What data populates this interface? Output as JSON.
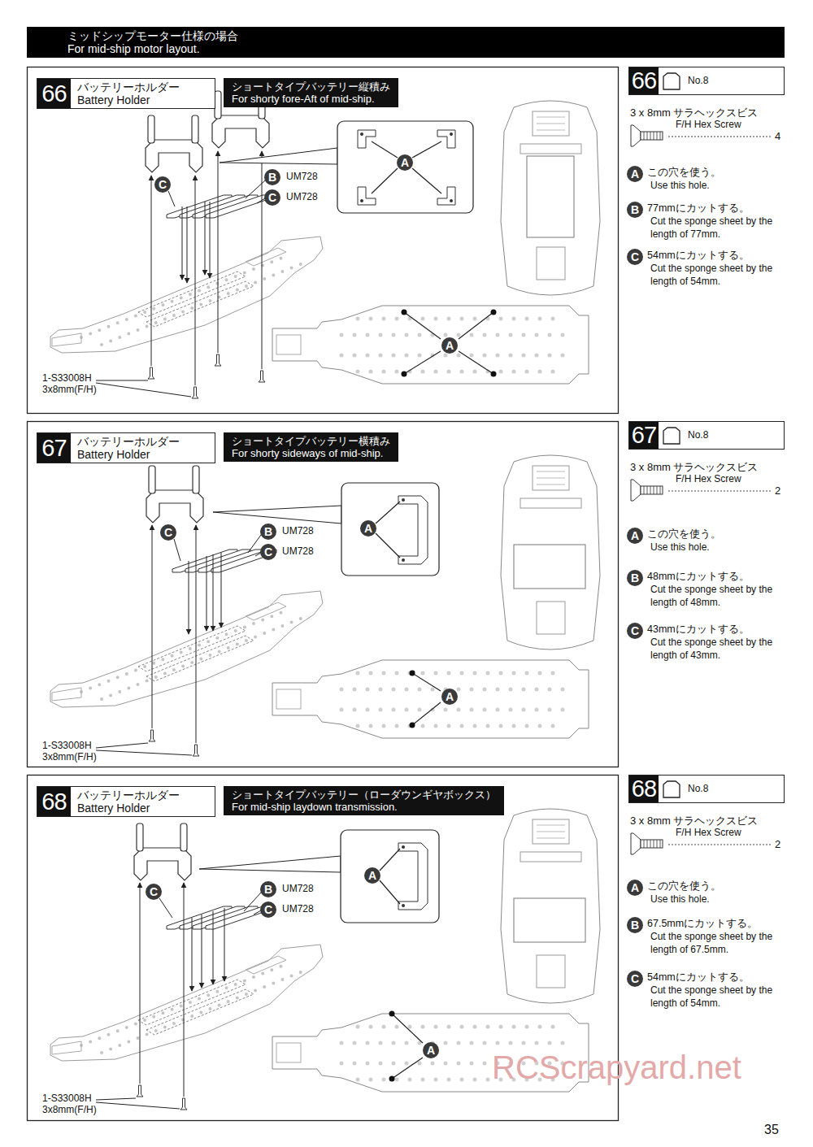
{
  "diagram": {
    "nodes": [
      {
        "text": [
          "ミッドシップモーター仕様の場合",
          "For mid-ship motor layout."
        ]
      },
      {
        "text": [
          "66",
          "バッテリーホルダー",
          "Battery Holder"
        ]
      },
      {
        "text": [
          "ショートタイプバッテリー縦積み",
          "For shorty fore-Aft of mid-ship."
        ]
      },
      {
        "text": [
          "C"
        ]
      },
      {
        "text": [
          "B"
        ]
      },
      {
        "text": [
          "C"
        ]
      },
      {
        "text": [
          "A"
        ]
      },
      {
        "text": [
          "A"
        ]
      },
      {
        "text": [
          "66",
          "No.8"
        ]
      },
      {
        "text": [
          "A"
        ]
      },
      {
        "text": [
          "B"
        ]
      },
      {
        "text": [
          "C"
        ]
      },
      {
        "text": [
          "67",
          "バッテリーホルダー",
          "Battery Holder"
        ]
      },
      {
        "text": [
          "ショートタイプバッテリー横積み",
          "For shorty sideways of mid-ship."
        ]
      },
      {
        "text": [
          "C"
        ]
      },
      {
        "text": [
          "B"
        ]
      },
      {
        "text": [
          "C"
        ]
      },
      {
        "text": [
          "A"
        ]
      },
      {
        "text": [
          "A"
        ]
      },
      {
        "text": [
          "67",
          "No.8"
        ]
      },
      {
        "text": [
          "A"
        ]
      },
      {
        "text": [
          "B"
        ]
      },
      {
        "text": [
          "C"
        ]
      },
      {
        "text": [
          "68",
          "バッテリーホルダー",
          "Battery Holder"
        ]
      },
      {
        "text": [
          "ショートタイプバッテリー（ローダウンギヤボックス）",
          "For mid-ship laydown transmission."
        ]
      },
      {
        "text": [
          "C"
        ]
      },
      {
        "text": [
          "B"
        ]
      },
      {
        "text": [
          "C"
        ]
      },
      {
        "text": [
          "A"
        ]
      },
      {
        "text": [
          "A"
        ]
      },
      {
        "text": [
          "68",
          "No.8"
        ]
      },
      {
        "text": [
          "A"
        ]
      },
      {
        "text": [
          "B"
        ]
      },
      {
        "text": [
          "C"
        ]
      }
    ],
    "labels": [
      "UM728",
      "UM728",
      "1-S33008H",
      "3x8mm(F/H)",
      "3 x 8mm サラヘックスビス",
      "F/H Hex Screw",
      "4",
      "この穴を使う。",
      "Use this hole.",
      "77mmにカットする。",
      "Cut the sponge sheet by the length of 77mm.",
      "54mmにカットする。",
      "Cut the sponge sheet by the length of 54mm.",
      "UM728",
      "UM728",
      "1-S33008H",
      "3x8mm(F/H)",
      "3 x 8mm サラヘックスビス",
      "F/H Hex Screw",
      "2",
      "この穴を使う。",
      "Use this hole.",
      "48mmにカットする。",
      "Cut the sponge sheet by the length of 48mm.",
      "43mmにカットする。",
      "Cut the sponge sheet by the length of 43mm.",
      "UM728",
      "UM728",
      "1-S33008H",
      "3x8mm(F/H)",
      "3 x 8mm サラヘックスビス",
      "F/H Hex Screw",
      "2",
      "この穴を使う。",
      "Use this hole.",
      "67.5mmにカットする。",
      "Cut the sponge sheet by the length of 67.5mm.",
      "54mmにカットする。",
      "Cut the sponge sheet by the length of 54mm.",
      "RCScrapyard.net",
      "35"
    ]
  }
}
